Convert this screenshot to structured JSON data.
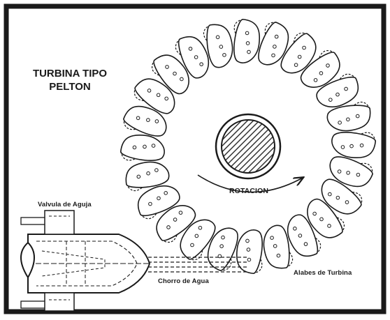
{
  "diagram": {
    "title_line1": "TURBINA TIPO",
    "title_line2": "PELTON",
    "label_rotation": "ROTACION",
    "label_valve": "Valvula de Aguja",
    "label_jet": "Chorro de Agua",
    "label_buckets": "Alabes de Turbina",
    "bucket_count": 24,
    "ink_color": "#1a1a1a",
    "hatch_color": "#333333",
    "background_color": "#ffffff"
  }
}
